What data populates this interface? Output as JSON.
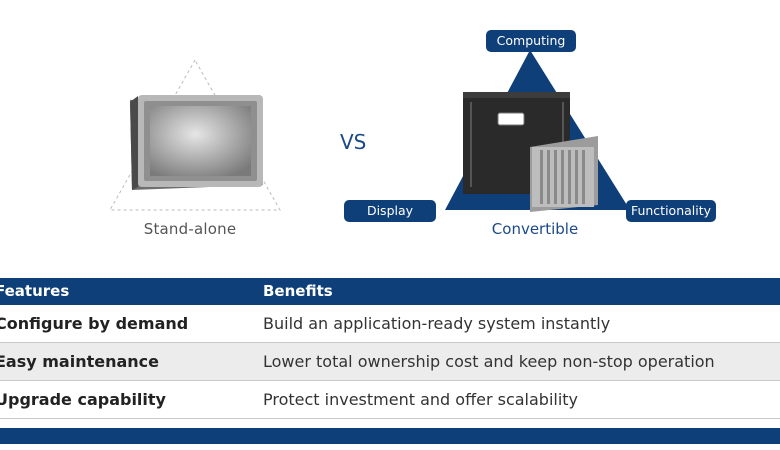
{
  "comparison": {
    "left_label": "Stand-alone",
    "vs": "VS",
    "right_label": "Convertible",
    "triangle_labels": {
      "top": "Computing",
      "left": "Display",
      "right": "Functionality"
    }
  },
  "table": {
    "headers": [
      "Features",
      "Benefits"
    ],
    "rows": [
      {
        "feature": "Configure by demand",
        "benefit": "Build an application-ready system instantly"
      },
      {
        "feature": "Easy maintenance",
        "benefit": "Lower total ownership cost and keep non-stop operation"
      },
      {
        "feature": "Upgrade capability",
        "benefit": "Protect investment and offer scalability"
      }
    ]
  },
  "colors": {
    "brand_blue": "#0f3f78",
    "accent_blue": "#1b4a87",
    "row_alt": "#ececec"
  }
}
